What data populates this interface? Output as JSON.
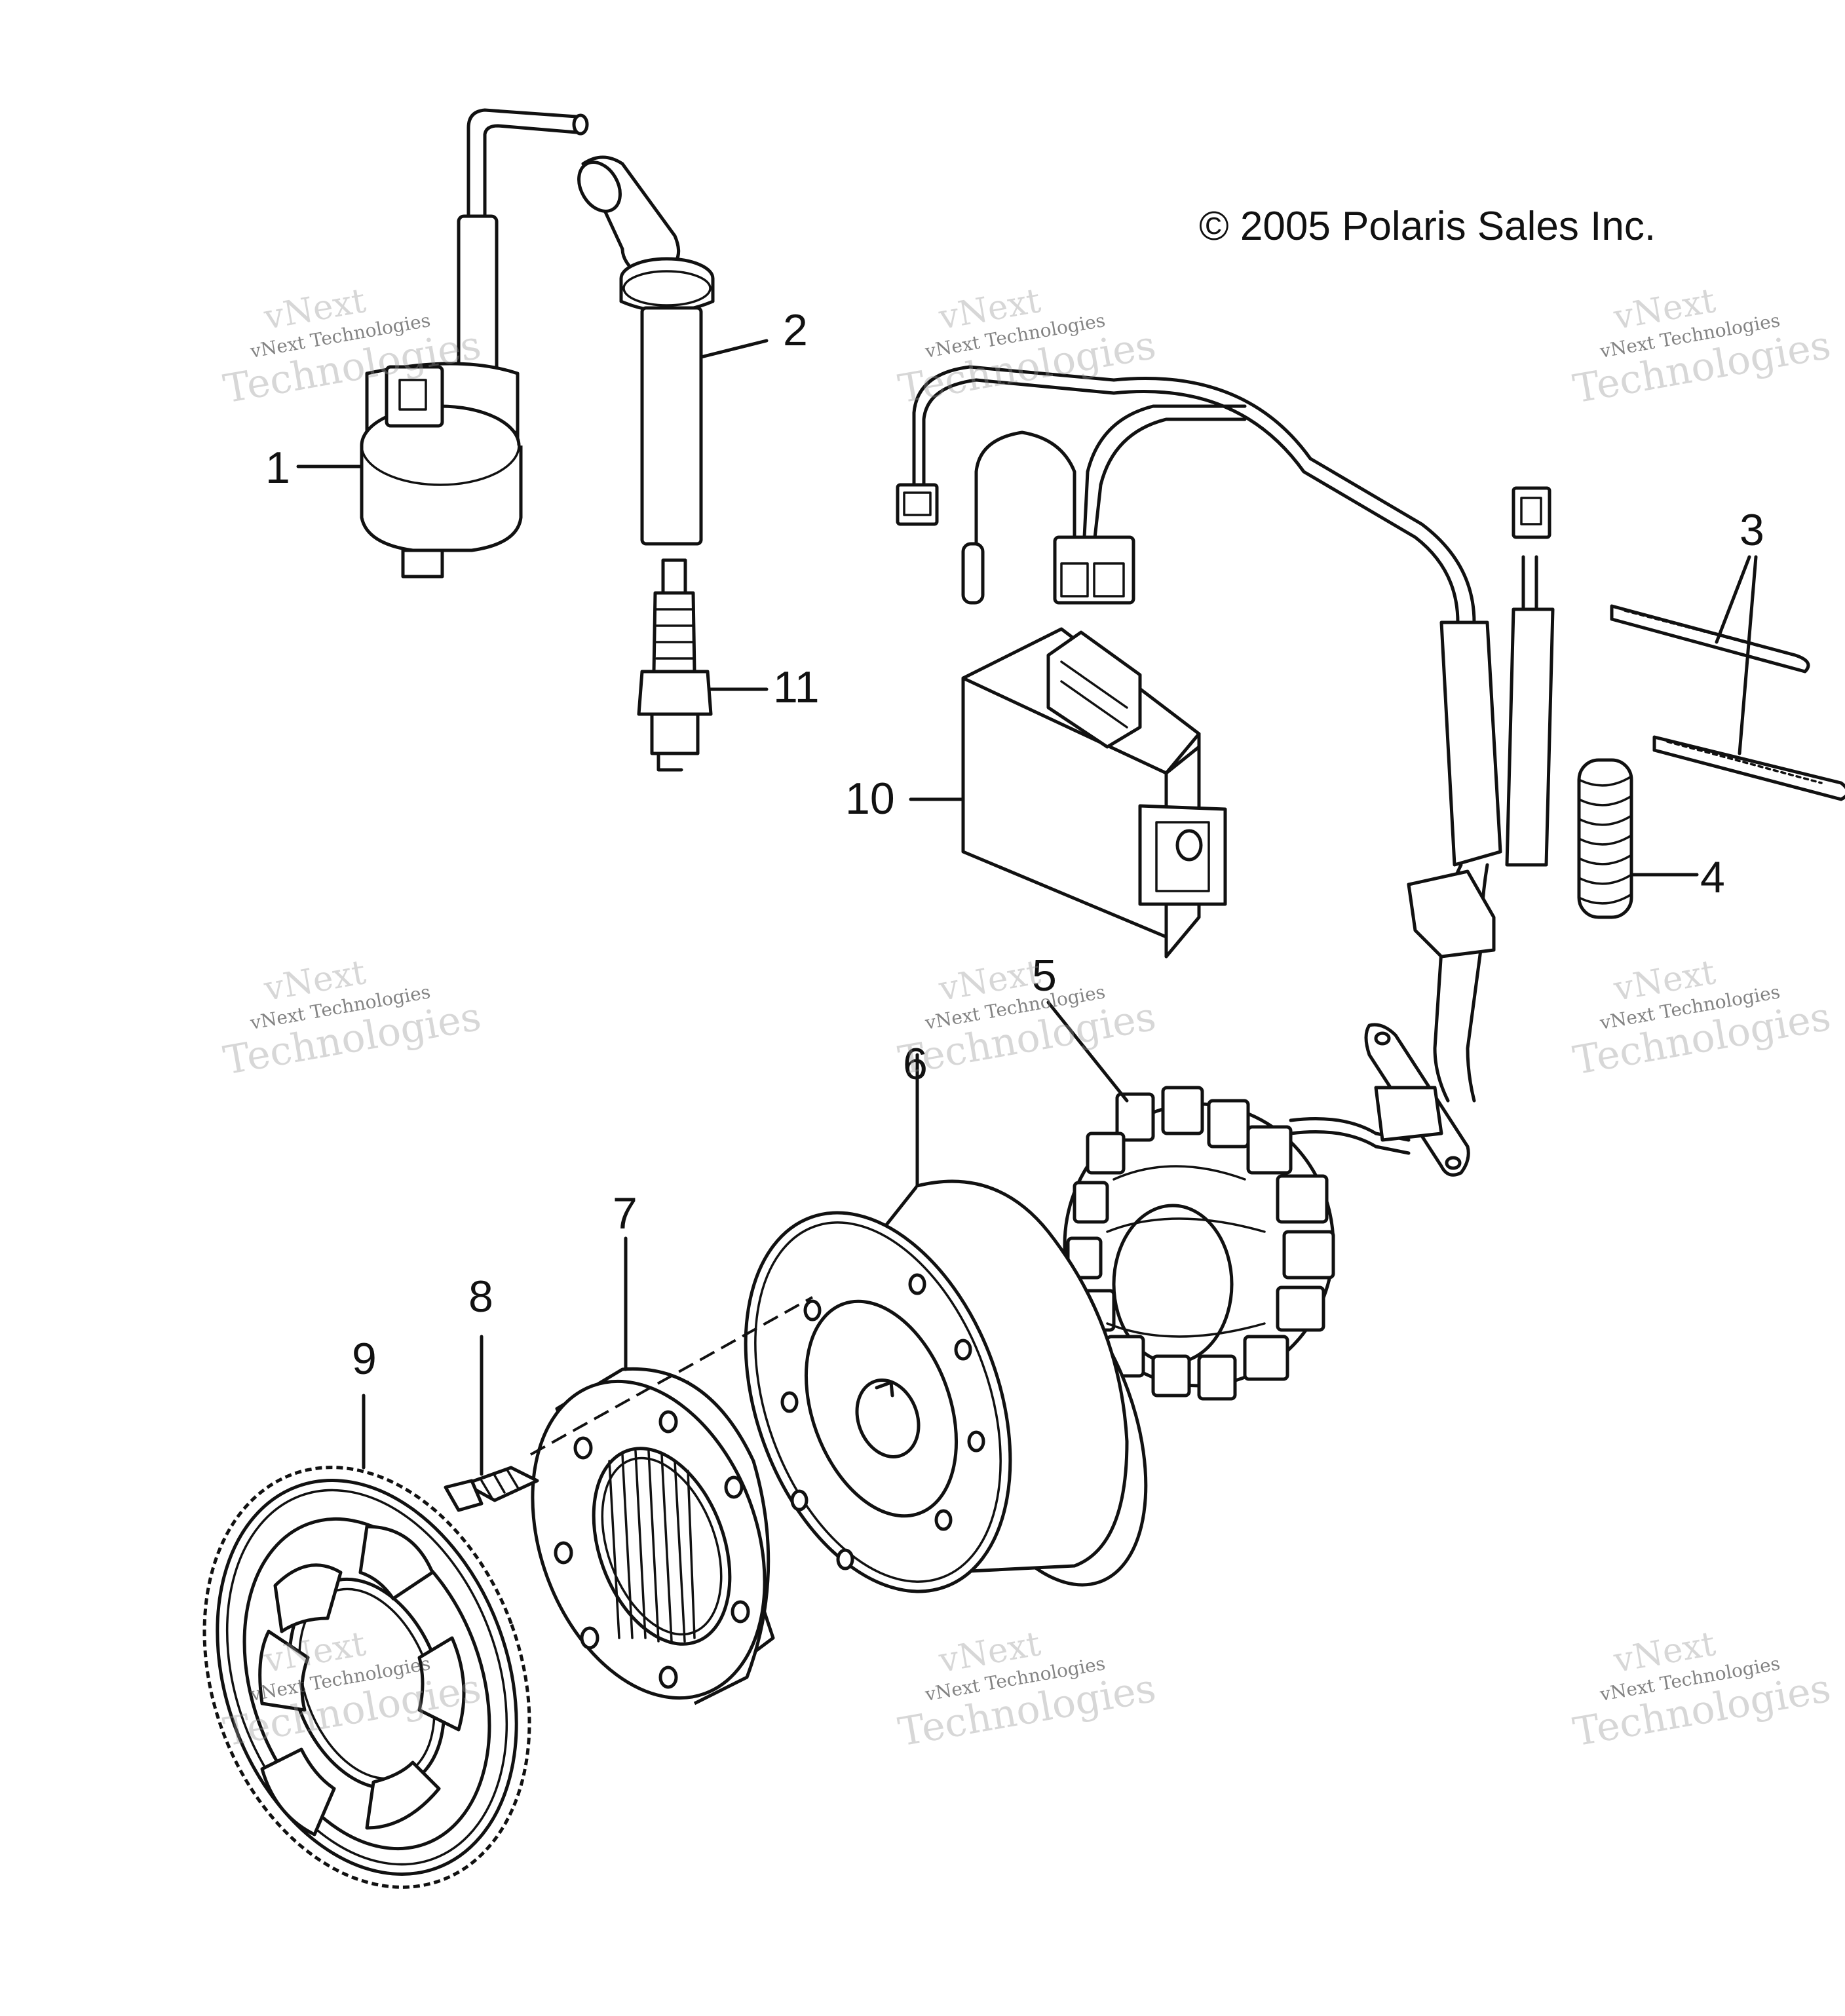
{
  "copyright": "© 2005 Polaris Sales Inc.",
  "watermark": {
    "line1": "vNext",
    "line2": "vNext Technologies",
    "line3": "Technologies"
  },
  "callouts": [
    {
      "id": "1",
      "label": "1"
    },
    {
      "id": "2",
      "label": "2"
    },
    {
      "id": "3",
      "label": "3"
    },
    {
      "id": "4",
      "label": "4"
    },
    {
      "id": "5",
      "label": "5"
    },
    {
      "id": "6",
      "label": "6"
    },
    {
      "id": "7",
      "label": "7"
    },
    {
      "id": "8",
      "label": "8"
    },
    {
      "id": "9",
      "label": "9"
    },
    {
      "id": "10",
      "label": "10"
    },
    {
      "id": "11",
      "label": "11"
    }
  ],
  "colors": {
    "ink": "#111111",
    "paper": "#ffffff",
    "watermark": "#969696"
  }
}
